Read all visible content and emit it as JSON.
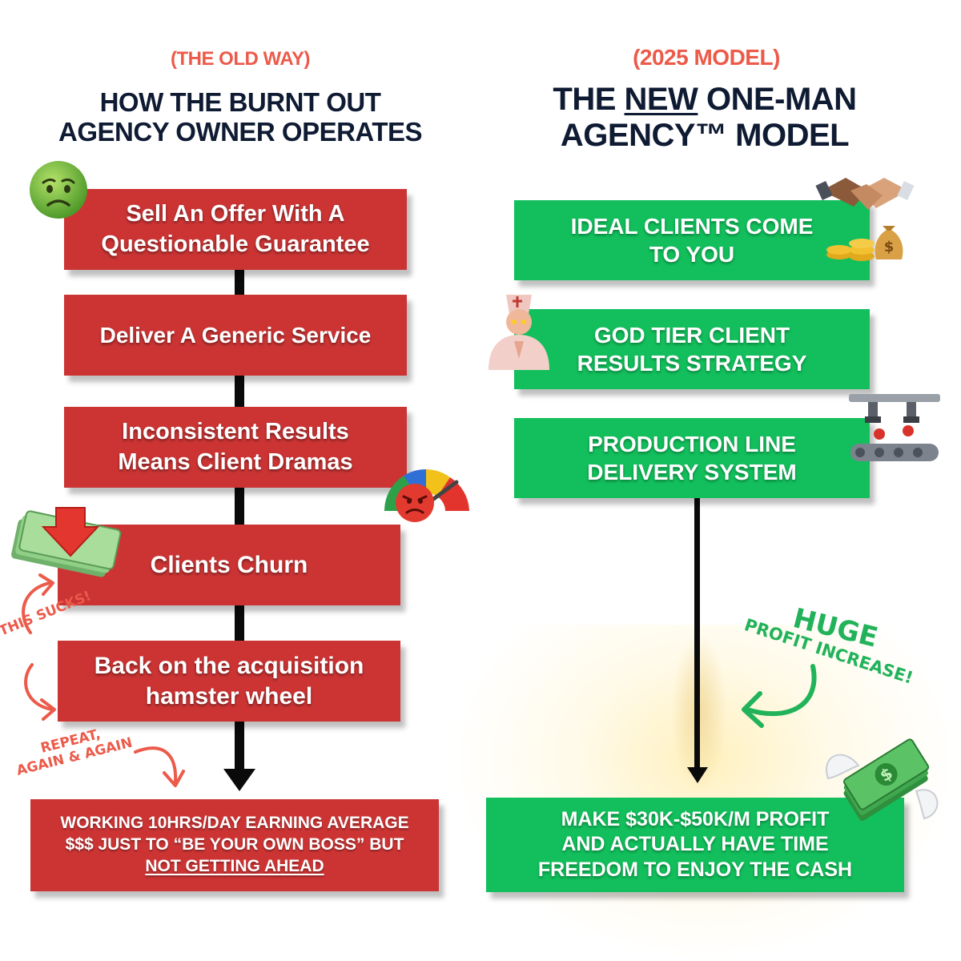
{
  "left": {
    "subhead": "(THE OLD WAY)",
    "heading_line1": "HOW THE BURNT OUT",
    "heading_line2": "AGENCY OWNER OPERATES",
    "steps": [
      {
        "line1": "Sell An Offer With A",
        "line2": "Questionable Guarantee"
      },
      {
        "line1": "Deliver A Generic Service"
      },
      {
        "line1": "Inconsistent Results",
        "line2": "Means Client Dramas"
      },
      {
        "line1": "Clients Churn"
      },
      {
        "line1": "Back on the acquisition",
        "line2": "hamster wheel"
      }
    ],
    "outcome_line1": "WORKING 10HRS/DAY EARNING AVERAGE",
    "outcome_line2": "$$$ JUST TO “BE YOUR OWN BOSS” BUT",
    "outcome_line3": "NOT GETTING AHEAD",
    "note_sucks": "THIS SUCKS!",
    "note_repeat_line1": "REPEAT,",
    "note_repeat_line2": "AGAIN & AGAIN",
    "color": "#cc3434"
  },
  "right": {
    "subhead": "(2025 MODEL)",
    "heading_pre": "THE ",
    "heading_underlined": "NEW",
    "heading_post": " ONE-MAN",
    "heading_line2": "AGENCY™ MODEL",
    "steps": [
      {
        "line1": "IDEAL CLIENTS COME",
        "line2": "TO YOU"
      },
      {
        "line1": "GOD TIER CLIENT",
        "line2": "RESULTS STRATEGY"
      },
      {
        "line1": "PRODUCTION LINE",
        "line2": "DELIVERY SYSTEM"
      }
    ],
    "outcome_line1": "MAKE $30K-$50K/M PROFIT",
    "outcome_line2": "AND ACTUALLY HAVE TIME",
    "outcome_line3": "FREEDOM TO ENJOY THE CASH",
    "note_huge": "HUGE",
    "note_profit": "PROFIT INCREASE!",
    "color": "#12bf5c"
  },
  "icons": [
    "sick-face-icon",
    "angry-gauge-icon",
    "money-down-arrow-icon",
    "handshake-icon",
    "money-bag-icon",
    "praying-priest-icon",
    "conveyor-robot-icon",
    "winged-money-icon"
  ]
}
